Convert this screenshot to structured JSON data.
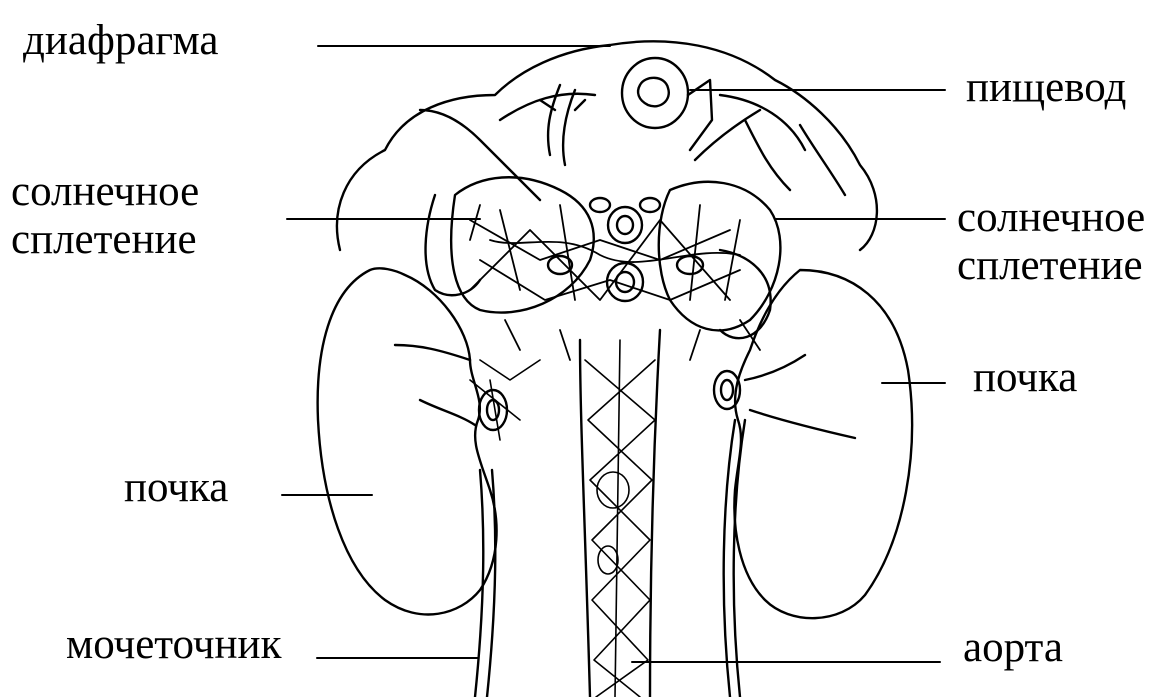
{
  "diagram": {
    "labels": {
      "diaphragm": "диафрагма",
      "esophagus": "пищевод",
      "solar_plexus_left": [
        "солнечное",
        "сплетение"
      ],
      "solar_plexus_right": [
        "солнечное",
        "сплетение"
      ],
      "kidney_right": "почка",
      "kidney_left": "почка",
      "ureter": "мочеточник",
      "aorta": "аорта"
    },
    "colors": {
      "ink": "#000000",
      "background": "#ffffff"
    }
  }
}
